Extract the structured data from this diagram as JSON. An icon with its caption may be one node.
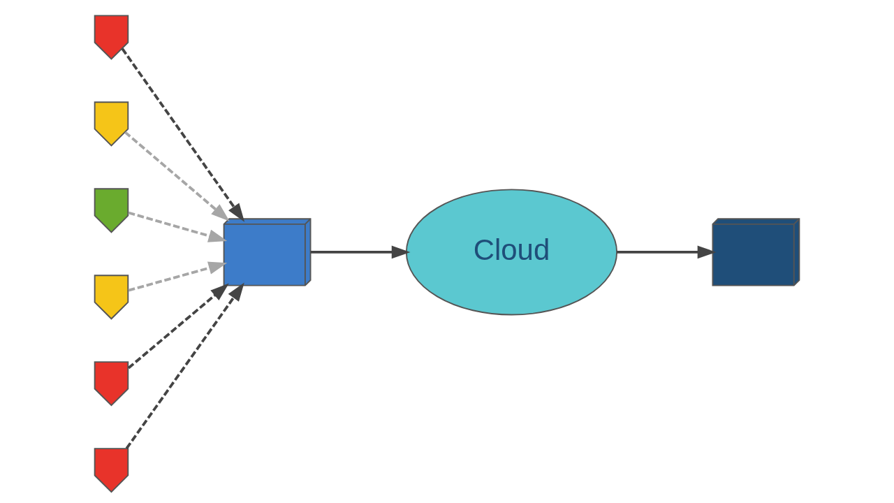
{
  "diagram": {
    "nodes": [
      {
        "text": [],
        "shape": "picture"
      },
      {
        "text": [
          "Cloud"
        ]
      },
      {
        "text": [],
        "shape": "pin"
      },
      {
        "text": [],
        "shape": "pin"
      },
      {
        "text": [],
        "shape": "pin"
      },
      {
        "text": [],
        "shape": "pin"
      },
      {
        "text": [],
        "shape": "pin"
      },
      {
        "text": [],
        "shape": "picture"
      },
      {
        "text": [],
        "shape": "pin"
      }
    ],
    "edges": [
      {
        "from": 2,
        "to": 0,
        "arrow": "to",
        "style": "dashed"
      },
      {
        "from": 3,
        "to": 0,
        "arrow": "to",
        "style": "dashed",
        "color": "#a6a6a6"
      },
      {
        "from": 4,
        "to": 0,
        "arrow": "to",
        "style": "dashed",
        "color": "#a6a6a6"
      },
      {
        "from": 5,
        "to": 0,
        "arrow": "to",
        "style": "dashed",
        "color": "#a6a6a6"
      },
      {
        "from": 6,
        "to": 0,
        "arrow": "to",
        "style": "dashed"
      },
      {
        "from": 8,
        "to": 0,
        "arrow": "to",
        "style": "dashed"
      },
      {
        "from": 0,
        "to": 1,
        "arrow": "to"
      },
      {
        "from": 1,
        "to": 7,
        "arrow": "to"
      }
    ]
  }
}
